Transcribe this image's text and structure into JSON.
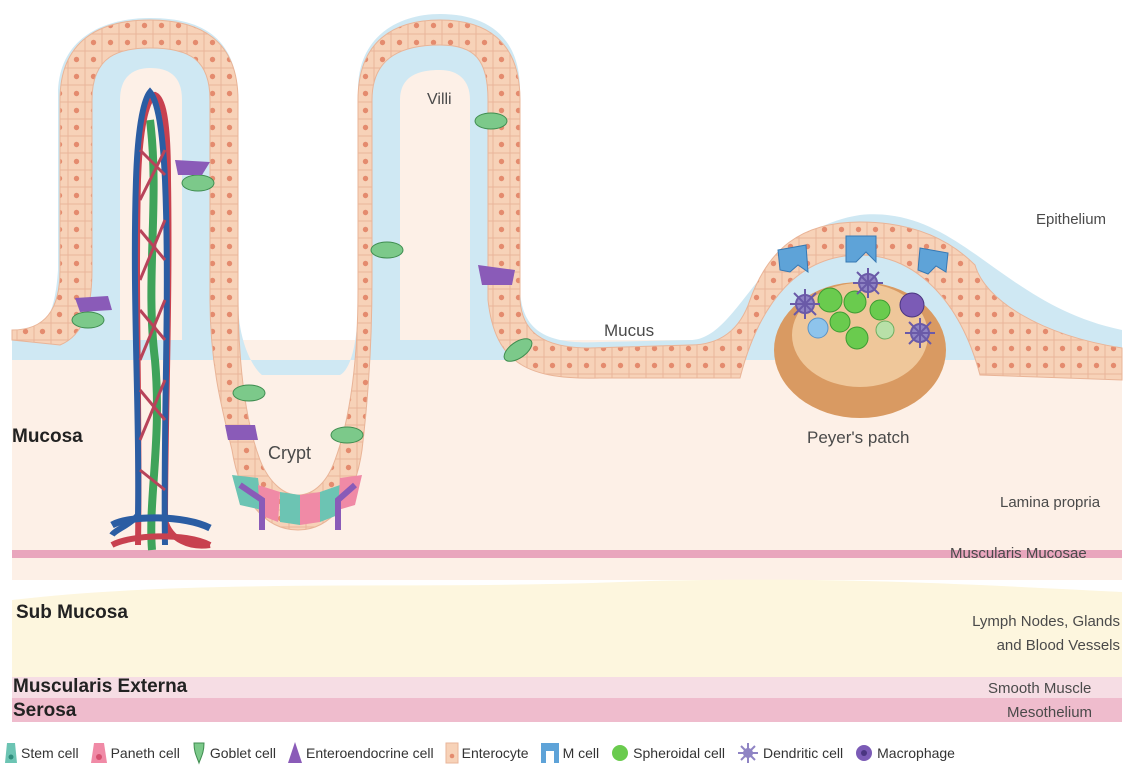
{
  "regions": {
    "epithelium": "Epithelium",
    "villi": "Villi",
    "mucus": "Mucus",
    "crypt": "Crypt",
    "peyers_patch": "Peyer's patch",
    "mucosa": "Mucosa",
    "lamina_propria": "Lamina propria",
    "muscularis_mucosae": "Muscularis Mucosae",
    "sub_mucosa": "Sub Mucosa",
    "lymph_line1": "Lymph Nodes, Glands",
    "lymph_line2": "and Blood Vessels",
    "muscularis_externa": "Muscularis Externa",
    "smooth_muscle": "Smooth Muscle",
    "serosa": "Serosa",
    "mesothelium": "Mesothelium"
  },
  "legend": [
    {
      "label": "Stem cell",
      "icon": "stem-cell-icon",
      "color": "#6cc4b3"
    },
    {
      "label": "Paneth cell",
      "icon": "paneth-cell-icon",
      "color": "#f08aa6"
    },
    {
      "label": "Goblet cell",
      "icon": "goblet-cell-icon",
      "color": "#7cc98a"
    },
    {
      "label": "Enteroendocrine cell",
      "icon": "enteroendocrine-cell-icon",
      "color": "#8a5bb8"
    },
    {
      "label": "Enterocyte",
      "icon": "enterocyte-icon",
      "color": "#f7d2b8"
    },
    {
      "label": "M cell",
      "icon": "m-cell-icon",
      "color": "#5ea3d8"
    },
    {
      "label": "Spheroidal cell",
      "icon": "spheroidal-cell-icon",
      "color": "#6acb4e"
    },
    {
      "label": "Dendritic cell",
      "icon": "dendritic-cell-icon",
      "color": "#8f84c4"
    },
    {
      "label": "Macrophage",
      "icon": "macrophage-icon",
      "color": "#7b5bb6"
    }
  ],
  "colors": {
    "mucus": "#cfe8f3",
    "enterocyte": "#f7d2b8",
    "nucleus": "#e48b6e",
    "lamina": "#fdf0e7",
    "muscularis_mucosae": "#e9a6bd",
    "submucosa": "#fdf6de",
    "muscularis_externa": "#f6dde4",
    "serosa": "#efbccd",
    "artery": "#c8414f",
    "vein": "#2b5da3",
    "lacteal": "#3fa35a",
    "peyer_outer": "#d99a62",
    "peyer_inner": "#efc79a"
  }
}
